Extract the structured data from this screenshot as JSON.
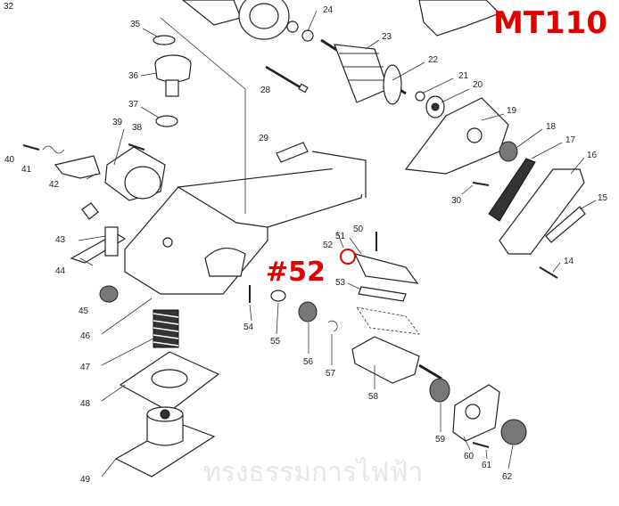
{
  "model": "MT110",
  "callout": "#52",
  "watermark": "ทรงธรรมการไฟฟ้า",
  "colors": {
    "accent": "#e00000",
    "ink": "#222222",
    "watermark": "#e6e6e6"
  },
  "part_numbers": [
    "32",
    "35",
    "36",
    "37",
    "38",
    "39",
    "40",
    "41",
    "42",
    "43",
    "44",
    "45",
    "46",
    "47",
    "48",
    "49",
    "24",
    "23",
    "28",
    "22",
    "21",
    "20",
    "19",
    "18",
    "17",
    "16",
    "15",
    "14",
    "29",
    "30",
    "50",
    "51",
    "52",
    "53",
    "54",
    "55",
    "56",
    "57",
    "58",
    "59",
    "60",
    "61",
    "62"
  ]
}
